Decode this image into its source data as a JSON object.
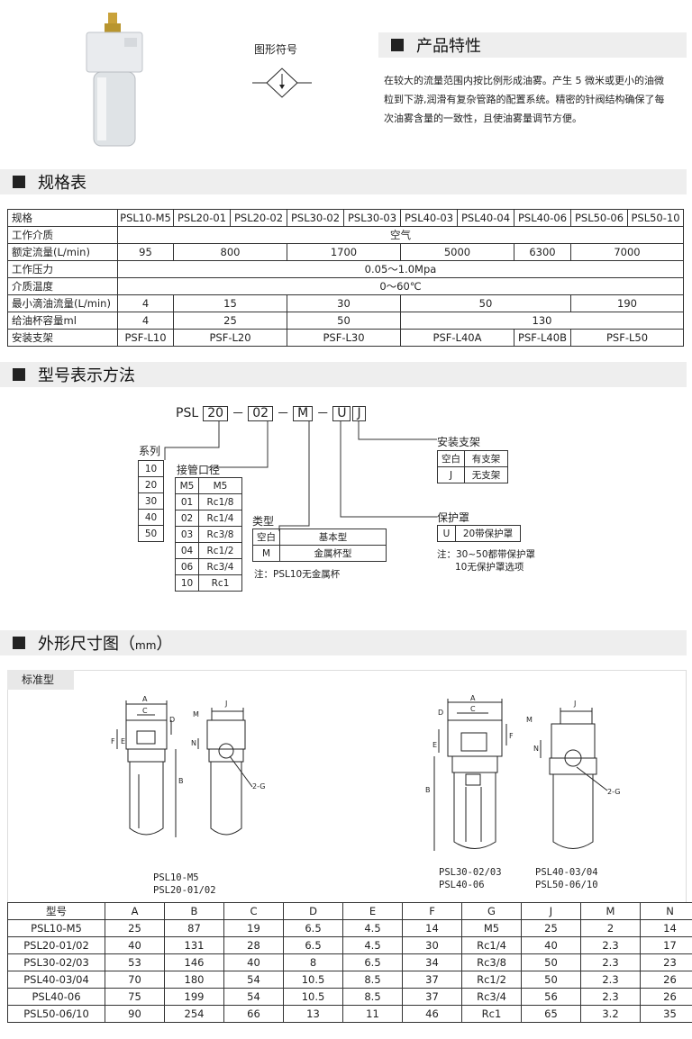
{
  "header": {
    "symbol_label": "图形符号",
    "features_title": "产品特性",
    "features_text": [
      "在较大的流量范围内按比例形成油雾。产生 5 微米或更小的油微",
      "粒到下游,润滑有复杂管路的配置系统。精密的针阀结构确保了每",
      "次油雾含量的一致性，且使油雾量调节方便。"
    ]
  },
  "spec": {
    "title": "规格表",
    "models": [
      "PSL10-M5",
      "PSL20-01",
      "PSL20-02",
      "PSL30-02",
      "PSL30-03",
      "PSL40-03",
      "PSL40-04",
      "PSL40-06",
      "PSL50-06",
      "PSL50-10"
    ],
    "header_label": "规格",
    "rows": [
      {
        "label": "工作介质",
        "cells": [
          {
            "v": "空气",
            "span": 10
          }
        ]
      },
      {
        "label": "额定流量(L/min)",
        "cells": [
          {
            "v": "95",
            "span": 1
          },
          {
            "v": "800",
            "span": 2
          },
          {
            "v": "1700",
            "span": 2
          },
          {
            "v": "5000",
            "span": 2
          },
          {
            "v": "6300",
            "span": 1
          },
          {
            "v": "7000",
            "span": 2
          }
        ]
      },
      {
        "label": "工作压力",
        "cells": [
          {
            "v": "0.05～1.0Mpa",
            "span": 10
          }
        ]
      },
      {
        "label": "介质温度",
        "cells": [
          {
            "v": "0～60℃",
            "span": 10
          }
        ]
      },
      {
        "label": "最小滴油流量(L/min)",
        "cells": [
          {
            "v": "4",
            "span": 1
          },
          {
            "v": "15",
            "span": 2
          },
          {
            "v": "30",
            "span": 2
          },
          {
            "v": "50",
            "span": 3
          },
          {
            "v": "190",
            "span": 2
          }
        ]
      },
      {
        "label": "给油杯容量ml",
        "cells": [
          {
            "v": "4",
            "span": 1
          },
          {
            "v": "25",
            "span": 2
          },
          {
            "v": "50",
            "span": 2
          },
          {
            "v": "130",
            "span": 5
          }
        ]
      },
      {
        "label": "安装支架",
        "cells": [
          {
            "v": "PSF-L10",
            "span": 1
          },
          {
            "v": "PSF-L20",
            "span": 2
          },
          {
            "v": "PSF-L30",
            "span": 2
          },
          {
            "v": "PSF-L40A",
            "span": 2
          },
          {
            "v": "PSF-L40B",
            "span": 1
          },
          {
            "v": "PSF-L50",
            "span": 2
          }
        ]
      }
    ]
  },
  "model_code": {
    "title": "型号表示方法",
    "prefix": "PSL",
    "parts": [
      "20",
      "02",
      "M",
      "U",
      "J"
    ],
    "dash": "－",
    "series": {
      "label": "系列",
      "values": [
        "10",
        "20",
        "30",
        "40",
        "50"
      ]
    },
    "port": {
      "label": "接管口径",
      "rows": [
        [
          "M5",
          "M5"
        ],
        [
          "01",
          "Rc1/8"
        ],
        [
          "02",
          "Rc1/4"
        ],
        [
          "03",
          "Rc3/8"
        ],
        [
          "04",
          "Rc1/2"
        ],
        [
          "06",
          "Rc3/4"
        ],
        [
          "10",
          "Rc1"
        ]
      ]
    },
    "type": {
      "label": "类型",
      "rows": [
        [
          "空白",
          "基本型"
        ],
        [
          "M",
          "金属杯型"
        ]
      ],
      "note": "注：PSL10无金属杯"
    },
    "bracket": {
      "label": "安装支架",
      "rows": [
        [
          "空白",
          "有支架"
        ],
        [
          "J",
          "无支架"
        ]
      ]
    },
    "guard": {
      "label": "保护罩",
      "rows": [
        [
          "U",
          "20带保护罩"
        ]
      ],
      "note1": "注：30~50都带保护罩",
      "note2": "10无保护罩选项"
    }
  },
  "dims": {
    "title": "外形尺寸图",
    "unit": "mm",
    "tab": "标准型",
    "caption_left": [
      "PSL10-M5",
      "PSL20-01/02"
    ],
    "caption_mid": [
      "PSL30-02/03",
      "PSL40-06"
    ],
    "caption_right": [
      "PSL40-03/04",
      "PSL50-06/10"
    ],
    "letters": [
      "A",
      "C",
      "D",
      "E",
      "F",
      "B",
      "M",
      "J",
      "N",
      "2-G"
    ],
    "table_headers": [
      "型号",
      "A",
      "B",
      "C",
      "D",
      "E",
      "F",
      "G",
      "J",
      "M",
      "N"
    ],
    "table_rows": [
      [
        "PSL10-M5",
        "25",
        "87",
        "19",
        "6.5",
        "4.5",
        "14",
        "M5",
        "25",
        "2",
        "14"
      ],
      [
        "PSL20-01/02",
        "40",
        "131",
        "28",
        "6.5",
        "4.5",
        "30",
        "Rc1/4",
        "40",
        "2.3",
        "17"
      ],
      [
        "PSL30-02/03",
        "53",
        "146",
        "40",
        "8",
        "6.5",
        "34",
        "Rc3/8",
        "50",
        "2.3",
        "23"
      ],
      [
        "PSL40-03/04",
        "70",
        "180",
        "54",
        "10.5",
        "8.5",
        "37",
        "Rc1/2",
        "50",
        "2.3",
        "26"
      ],
      [
        "PSL40-06",
        "75",
        "199",
        "54",
        "10.5",
        "8.5",
        "37",
        "Rc3/4",
        "56",
        "2.3",
        "26"
      ],
      [
        "PSL50-06/10",
        "90",
        "254",
        "66",
        "13",
        "11",
        "46",
        "Rc1",
        "65",
        "3.2",
        "35"
      ]
    ]
  }
}
